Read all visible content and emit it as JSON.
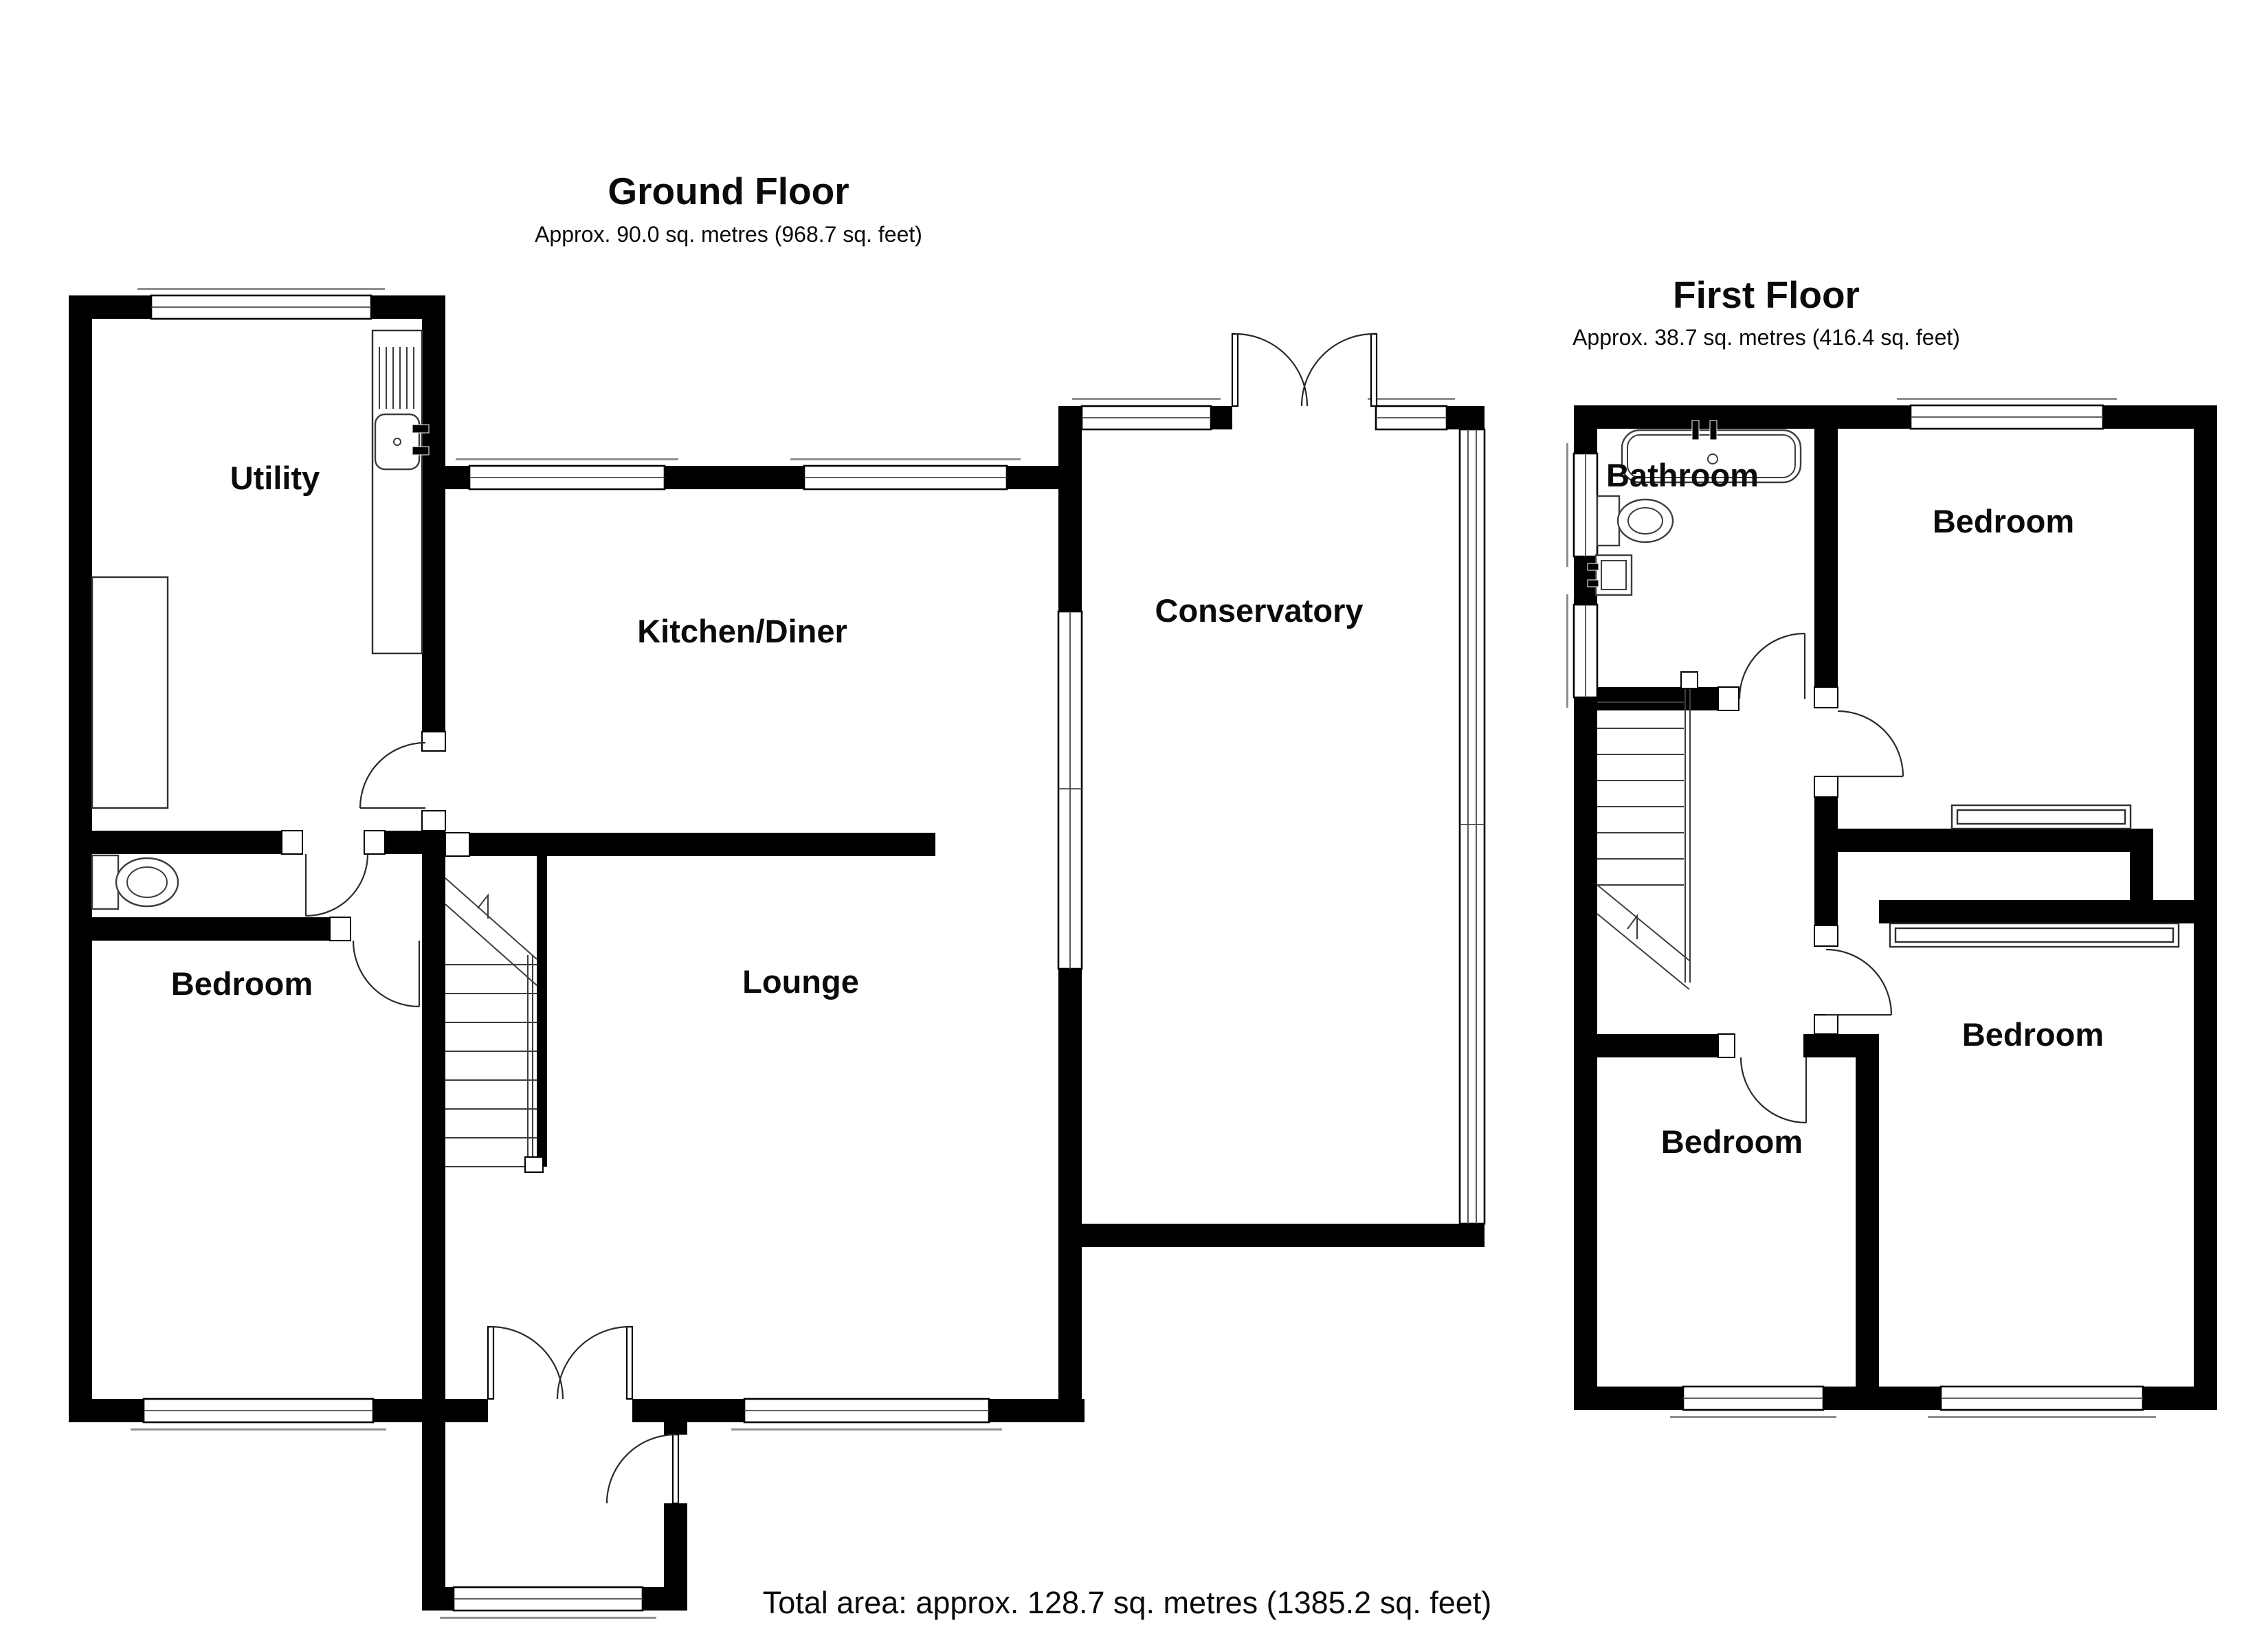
{
  "colors": {
    "wall": "#000000",
    "line": "#3d3d3d",
    "background": "#ffffff"
  },
  "ground_floor": {
    "title": "Ground Floor",
    "subtitle": "Approx. 90.0 sq. metres (968.7 sq. feet)",
    "rooms": [
      {
        "name": "Utility"
      },
      {
        "name": "Kitchen/Diner"
      },
      {
        "name": "Conservatory"
      },
      {
        "name": "Bedroom"
      },
      {
        "name": "Lounge"
      }
    ]
  },
  "first_floor": {
    "title": "First Floor",
    "subtitle": "Approx. 38.7 sq. metres (416.4 sq. feet)",
    "rooms": [
      {
        "name": "Bathroom"
      },
      {
        "name": "Bedroom"
      },
      {
        "name": "Bedroom"
      },
      {
        "name": "Bedroom"
      }
    ]
  },
  "footer": {
    "total_area": "Total area: approx. 128.7 sq. metres (1385.2 sq. feet)"
  },
  "fixtures": [
    "bath-icon",
    "toilet-icon",
    "sink-icon",
    "stairs-icon",
    "door-arc",
    "window"
  ]
}
